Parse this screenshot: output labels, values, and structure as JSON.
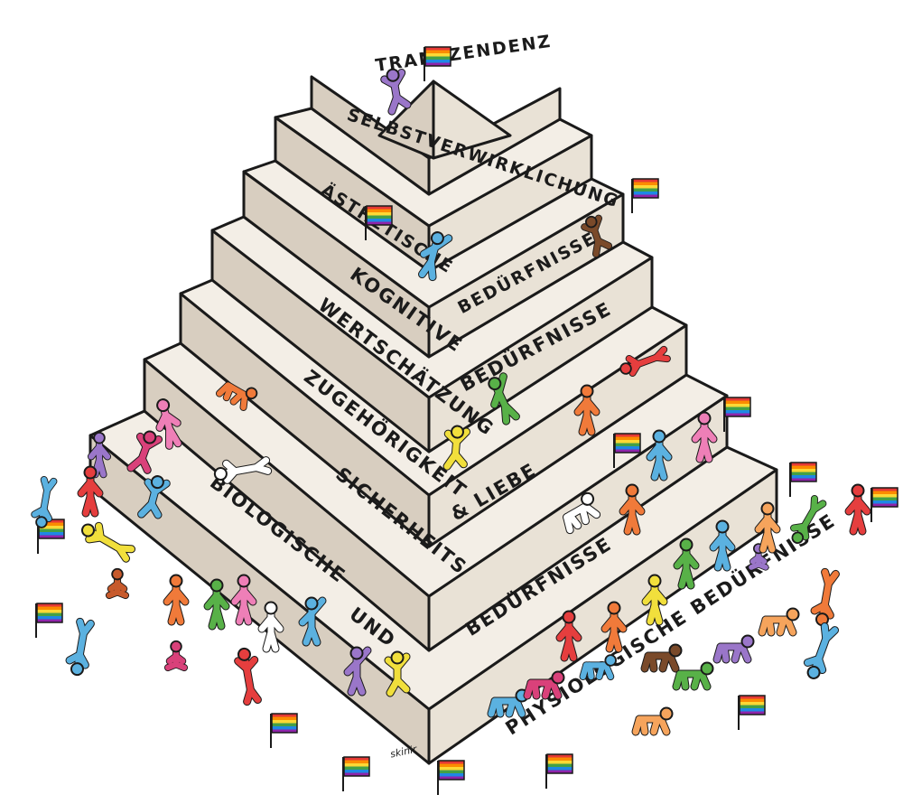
{
  "title": "TRANSZENDENZ",
  "levels": {
    "self_actualization": "SELBSTVERWIRKLICHUNG",
    "aesthetic_left": "ÄSTHETISCHE",
    "aesthetic_right": "BEDÜRFNISSE",
    "cognitive_left": "KOGNITIVE",
    "cognitive_right": "BEDÜRFNISSE",
    "esteem": "WERTSCHÄTZUNG",
    "belonging_left": "ZUGEHÖRIGKEIT",
    "belonging_right": "& LIEBE",
    "safety_left": "SICHERHEITS",
    "safety_right": "BEDÜRFNISSE",
    "bio_left_1": "BIOLOGISCHE",
    "bio_left_2": "UND",
    "bio_right": "PHYSIOLOGISCHE BEDÜRFNISSE"
  },
  "signature": "skinir",
  "colors": {
    "stone_left": "#d8cec0",
    "stone_right": "#e9e2d6",
    "stone_top": "#f3eee6",
    "stone_shadow": "#b9ab98",
    "outline": "#1a1a1a"
  },
  "figure_colors": [
    "#5bb1e0",
    "#f07a3a",
    "#d9417a",
    "#f1df3c",
    "#58b148",
    "#9a76c9",
    "#c75a2c",
    "#ee7fb7",
    "#7a4a2a",
    "#e53e3e",
    "#ffffff",
    "#f6a45c"
  ]
}
